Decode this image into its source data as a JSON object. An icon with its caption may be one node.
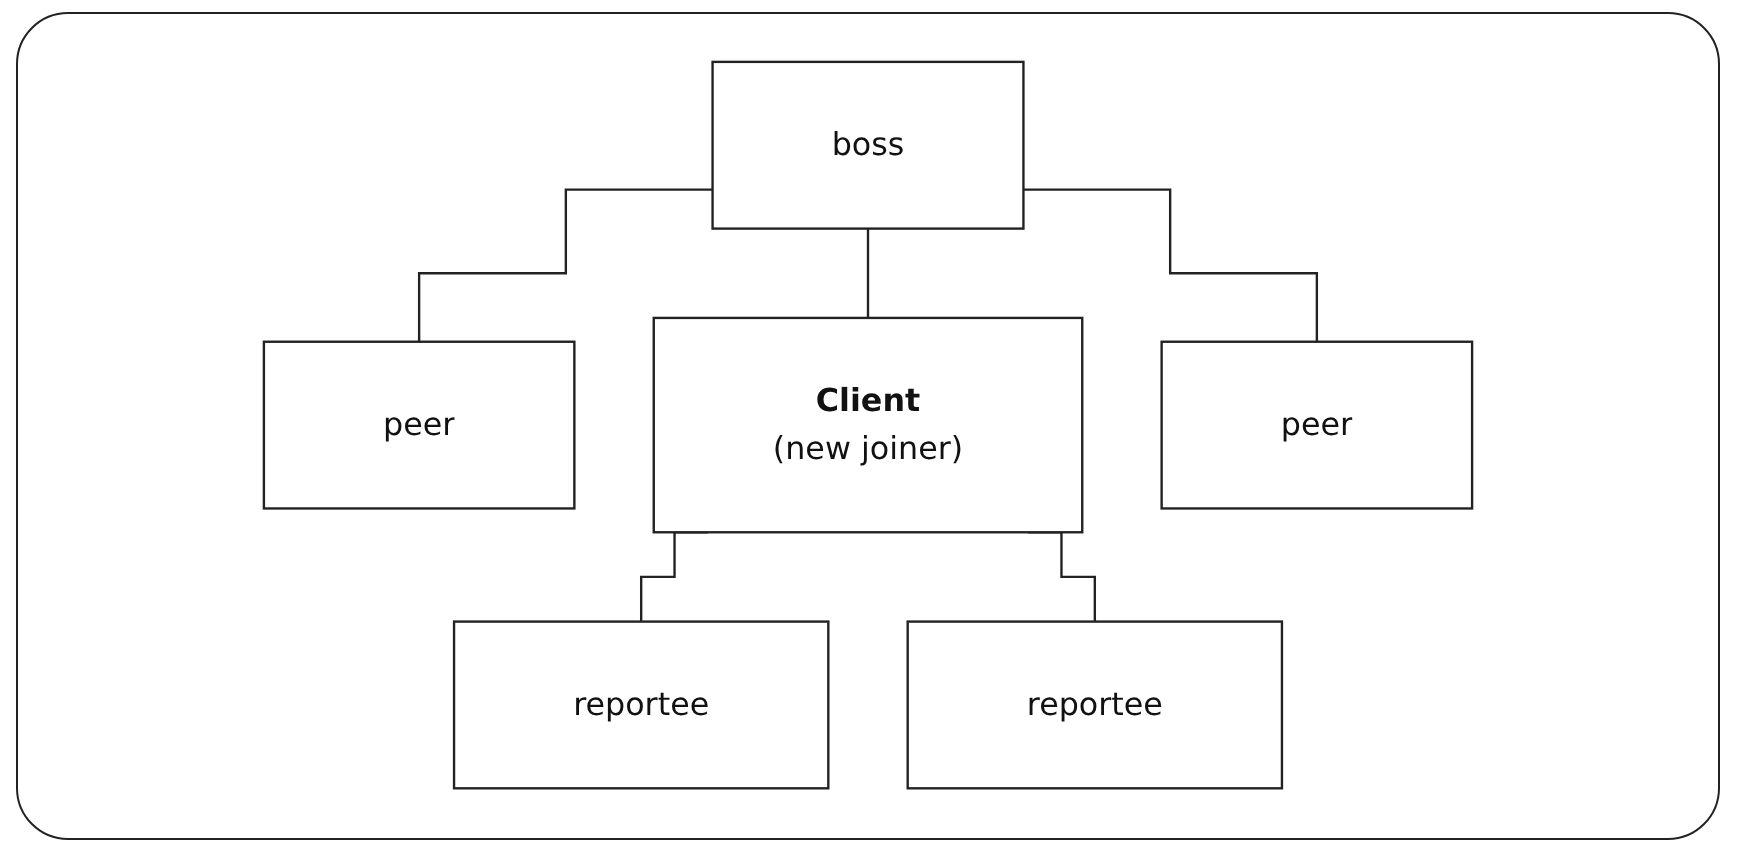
{
  "diagram": {
    "nodes": [
      {
        "text": [
          "boss"
        ]
      },
      {
        "text": [
          "peer"
        ]
      },
      {
        "text": [
          "Client",
          "(new joiner)"
        ]
      },
      {
        "text": [
          "peer"
        ]
      },
      {
        "text": [
          "reportee"
        ]
      },
      {
        "text": [
          "reportee"
        ]
      }
    ],
    "edges": [
      {
        "from": 0,
        "to": 1,
        "arrow": "none"
      },
      {
        "from": 0,
        "to": 2,
        "arrow": "none"
      },
      {
        "from": 0,
        "to": 3,
        "arrow": "none"
      },
      {
        "from": 2,
        "to": 4,
        "arrow": "none"
      },
      {
        "from": 2,
        "to": 5,
        "arrow": "none"
      }
    ]
  }
}
